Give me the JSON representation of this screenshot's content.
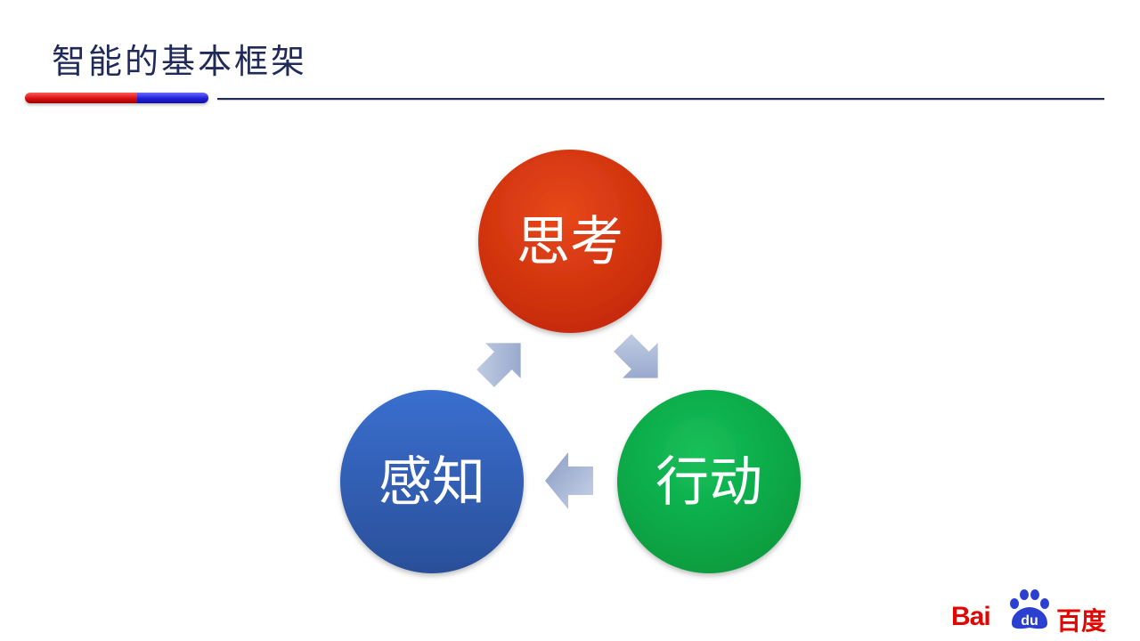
{
  "slide": {
    "title": "智能的基本框架"
  },
  "diagram": {
    "nodes": [
      {
        "id": "think",
        "label": "思考",
        "color": "#d42f0b"
      },
      {
        "id": "act",
        "label": "行动",
        "color": "#0aa949"
      },
      {
        "id": "perceive",
        "label": "感知",
        "color": "#2f5aa8"
      }
    ],
    "arrow_color": "#9aaed0",
    "cycle": [
      "感知",
      "思考",
      "行动"
    ]
  },
  "logo": {
    "brand_latin_1": "Bai",
    "brand_latin_2": "du",
    "brand_cn": "百度",
    "brand_color": "#e10602",
    "paw_color": "#2b3fd0"
  }
}
